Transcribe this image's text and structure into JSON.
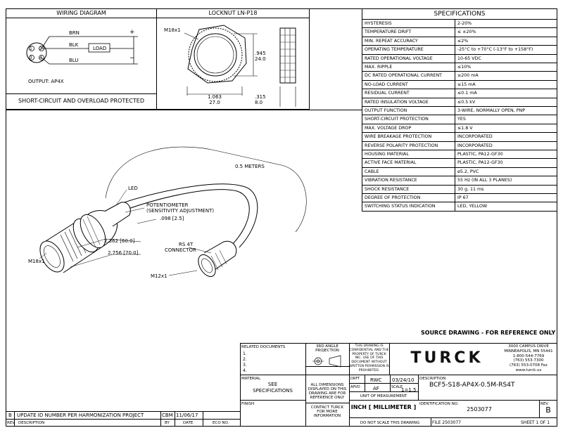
{
  "wiring": {
    "title": "WIRING DIAGRAM",
    "pin_labels": [
      "1",
      "2",
      "3",
      "4"
    ],
    "wire_brn": "BRN",
    "wire_blk": "BLK",
    "wire_blu": "BLU",
    "load": "LOAD",
    "plus": "+",
    "minus": "−",
    "output": "OUTPUT: AP4X",
    "protected": "SHORT-CIRCUIT AND OVERLOAD PROTECTED"
  },
  "locknut": {
    "title": "LOCKNUT LN-P18",
    "thread": "M18x1",
    "dia_in": ".945",
    "dia_mm": "24.0",
    "width_in": "1.063",
    "width_mm": "27.0",
    "thick_in": ".315",
    "thick_mm": "8.0"
  },
  "specs": {
    "title": "SPECIFICATIONS",
    "rows": [
      {
        "k": "HYSTERESIS",
        "v": "2-20%"
      },
      {
        "k": "TEMPERATURE DRIFT",
        "v": "≤ ±20%"
      },
      {
        "k": "MIN. REPEAT ACCURACY",
        "v": "≤2%"
      },
      {
        "k": "OPERATING TEMPERATURE",
        "v": "-25°C to +70°C (-13°F to +158°F)"
      },
      {
        "k": "RATED OPERATIONAL VOLTAGE",
        "v": "10-65 VDC"
      },
      {
        "k": "MAX. RIPPLE",
        "v": "≤10%"
      },
      {
        "k": "DC RATED OPERATIONAL CURRENT",
        "v": "≤200 mA"
      },
      {
        "k": "NO-LOAD CURRENT",
        "v": "≤15 mA"
      },
      {
        "k": "RESIDUAL CURRENT",
        "v": "≤0.1 mA"
      },
      {
        "k": "RATED INSULATION VOLTAGE",
        "v": "≤0.5 kV"
      },
      {
        "k": "OUTPUT FUNCTION",
        "v": "3-WIRE, NORMALLY OPEN, PNP"
      },
      {
        "k": "SHORT-CIRCUIT PROTECTION",
        "v": "YES"
      },
      {
        "k": "MAX. VOLTAGE DROP",
        "v": "≤1.8 V"
      },
      {
        "k": "WIRE BREAKAGE PROTECTION",
        "v": "INCORPORATED"
      },
      {
        "k": "REVERSE POLARITY PROTECTION",
        "v": "INCORPORATED"
      },
      {
        "k": "HOUSING MATERIAL",
        "v": "PLASTIC, PA12-GF30"
      },
      {
        "k": "ACTIVE FACE MATERIAL",
        "v": "PLASTIC, PA12-GF30"
      },
      {
        "k": "CABLE",
        "v": "ø5.2, PVC"
      },
      {
        "k": "VIBRATION RESISTANCE",
        "v": "55 Hz (IN ALL 3 PLANES)"
      },
      {
        "k": "SHOCK RESISTANCE",
        "v": "30 g, 11 ms"
      },
      {
        "k": "DEGREE OF PROTECTION",
        "v": "IP 67"
      },
      {
        "k": "SWITCHING STATUS INDICATION",
        "v": "LED, YELLOW"
      }
    ]
  },
  "drawing": {
    "led": "LED",
    "pot1": "POTENTIOMETER",
    "pot2": "(SENSITIVITY ADJUSTMENT)",
    "dim1": ".098 [2.5]",
    "dim2": "2.362 [60.0]",
    "dim3": "2.756 [70.0]",
    "thread1": "M18x1",
    "thread2": "M12x1",
    "cable_len": "0.5 METERS",
    "conn1": "RS 4T",
    "conn2": "CONNECTOR",
    "source": "SOURCE DRAWING - FOR REFERENCE ONLY"
  },
  "titleblock": {
    "related_docs": "RELATED DOCUMENTS",
    "related_items": [
      "1.",
      "2.",
      "3.",
      "4."
    ],
    "projection1": "3RD ANGLE",
    "projection2": "PROJECTION",
    "confidential": [
      "THIS DRAWING IS",
      "CONFIDENTIAL AND THE",
      "PROPERTY OF TURCK",
      "INC. USE OF THIS",
      "DOCUMENT WITHOUT",
      "WRITTEN PERMISSION IS",
      "PROHIBITED."
    ],
    "logo": "TURCK",
    "address": [
      "3000 CAMPUS DRIVE",
      "MINNEAPOLIS, MN 55441",
      "1-800-544-7769",
      "(763) 553-7300",
      "(763) 553-0708 Fax",
      "www.turck.us"
    ],
    "material": "MATERIAL",
    "see1": "SEE",
    "see2": "SPECIFICATIONS",
    "finish": "FINISH",
    "dims_note": [
      "ALL DIMENSIONS",
      "DISPLAYED ON THIS",
      "DRAWING ARE FOR",
      "REFERENCE ONLY"
    ],
    "contact": [
      "CONTACT TURCK",
      "FOR MORE",
      "INFORMATION"
    ],
    "drft_label": "DRFT",
    "drft": "RWC",
    "date": "03/24/10",
    "apvd_label": "APVD",
    "apvd": "AF",
    "scale_label": "SCALE",
    "scale": "1=1.5",
    "unit_label": "UNIT OF MEASUREMENT",
    "unit": "INCH [ MILLIMETER ]",
    "do_not_scale": "DO NOT SCALE THIS DRAWING",
    "desc_label": "DESCRIPTION",
    "desc": "BCF5-S18-AP4X-0.5M-RS4T",
    "ident_label": "IDENTIFICATION NO.",
    "ident": "2503077",
    "rev_label": "REV",
    "rev": "B",
    "file": "FILE 2503077",
    "sheet": "SHEET 1 OF 1"
  },
  "revision": {
    "rev": "B",
    "desc": "UPDATE ID NUMBER PER HARMONIZATION PROJECT",
    "by": "CBM",
    "date": "11/06/17",
    "ecd": "",
    "h_rev": "REV",
    "h_desc": "DESCRIPTION",
    "h_by": "BY",
    "h_date": "DATE",
    "h_ecd": "ECO NO."
  }
}
